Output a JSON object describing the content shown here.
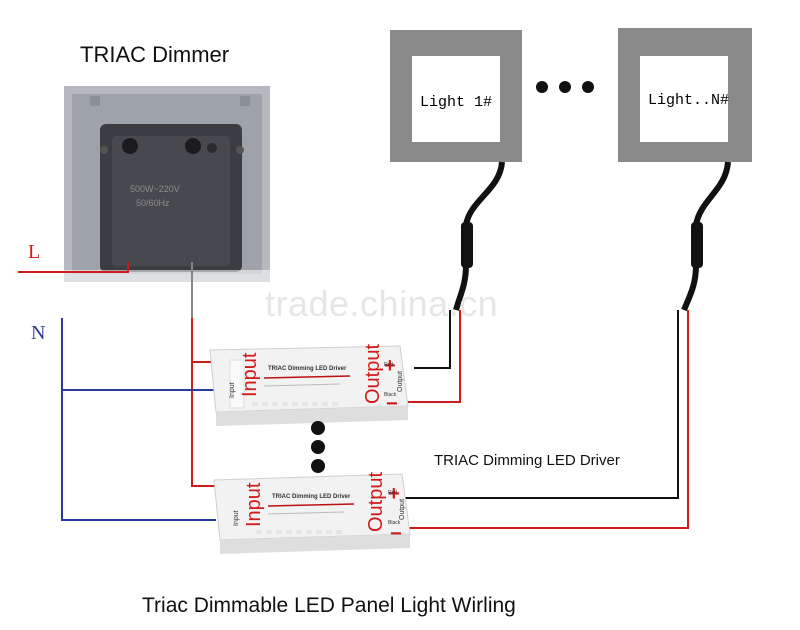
{
  "dimmer": {
    "title": "TRIAC Dimmer",
    "rating_line1": "500W~220V",
    "rating_line2": "50/60Hz"
  },
  "mains": {
    "live_label": "L",
    "neutral_label": "N"
  },
  "lights": [
    {
      "label": "Light 1#"
    },
    {
      "label": "Light..N#"
    }
  ],
  "drivers": {
    "input_label": "Input",
    "output_label": "Output",
    "plus_sign": "+",
    "minus_sign": "−",
    "input_small": "Input",
    "output_small": "Output",
    "red_small": "Red",
    "black_small": "Black",
    "product_title": "TRIAC Dimming LED Driver",
    "caption": "TRIAC Dimming LED Driver"
  },
  "watermark": "trade.china.cn",
  "footer_title": "Triac Dimmable LED Panel Light Wirling",
  "colors": {
    "live_wire": "#d11a1a",
    "neutral_wire": "#2a3a9a",
    "black_wire": "#111111",
    "light_frame": "#8a8a8a"
  }
}
